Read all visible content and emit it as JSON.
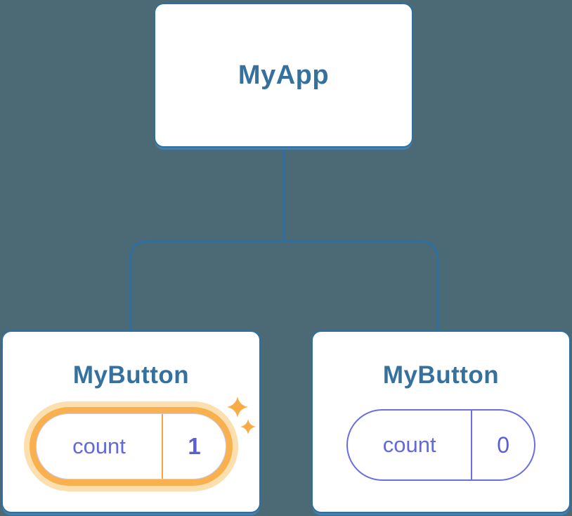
{
  "diagram": {
    "root": {
      "label": "MyApp"
    },
    "children": [
      {
        "label": "MyButton",
        "state": {
          "name": "count",
          "value": "1"
        },
        "highlighted": true,
        "sparkles": true
      },
      {
        "label": "MyButton",
        "state": {
          "name": "count",
          "value": "0"
        },
        "highlighted": false,
        "sparkles": false
      }
    ]
  },
  "colors": {
    "background": "#4b6a75",
    "card_background": "#ffffff",
    "card_border_blue": "#2f6fa0",
    "title_text_blue": "#35719f",
    "state_purple": "#6269df",
    "state_value_purple": "#5a60d4",
    "pill_border_purple": "#6b6ee0",
    "highlight_orange": "#f8b14e",
    "highlight_orange_light": "#fcdfae",
    "highlight_divider_orange": "#f2a33c",
    "sparkle_orange": "#f7ac47"
  }
}
